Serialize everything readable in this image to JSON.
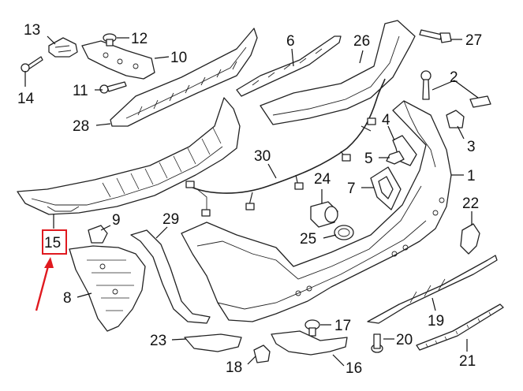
{
  "highlight_color": "#e0191f",
  "arrow_color": "#e0191f",
  "callouts": {
    "c1": "1",
    "c2": "2",
    "c3": "3",
    "c4": "4",
    "c5": "5",
    "c6": "6",
    "c7": "7",
    "c8": "8",
    "c9": "9",
    "c10": "10",
    "c11": "11",
    "c12": "12",
    "c13": "13",
    "c14": "14",
    "c15": "15",
    "c16": "16",
    "c17": "17",
    "c18": "18",
    "c19": "19",
    "c20": "20",
    "c21": "21",
    "c22": "22",
    "c23": "23",
    "c24": "24",
    "c25": "25",
    "c26": "26",
    "c27": "27",
    "c28": "28",
    "c29": "29",
    "c30": "30"
  },
  "highlighted_part": "15"
}
